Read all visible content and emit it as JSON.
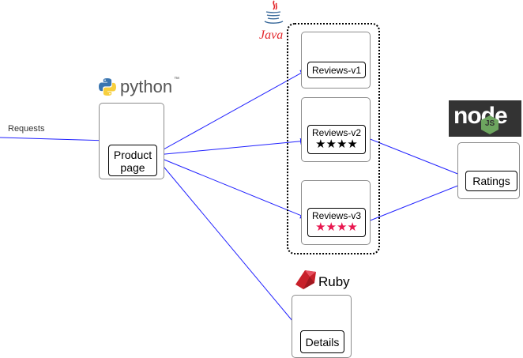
{
  "requests_label": "Requests",
  "logos": {
    "python": "python",
    "python_tm": "™",
    "java": "Java",
    "ruby": "Ruby",
    "node": "node",
    "node_js": "JS"
  },
  "services": {
    "productpage": {
      "line1": "Product",
      "line2": "page"
    },
    "reviews_v1": "Reviews-v1",
    "reviews_v2": {
      "label": "Reviews-v2",
      "stars": "★★★★",
      "star_color": "#000000"
    },
    "reviews_v3": {
      "label": "Reviews-v3",
      "stars": "★★★★",
      "star_color": "#e8174f"
    },
    "ratings": "Ratings",
    "details": "Details"
  },
  "colors": {
    "arrow": "#2020ff",
    "java_red": "#e3262a",
    "ruby_red": "#c8202a",
    "node_green": "#6da55f",
    "node_bg": "#333333",
    "python_blue": "#3a75b0",
    "python_yellow": "#f7cf3e"
  }
}
